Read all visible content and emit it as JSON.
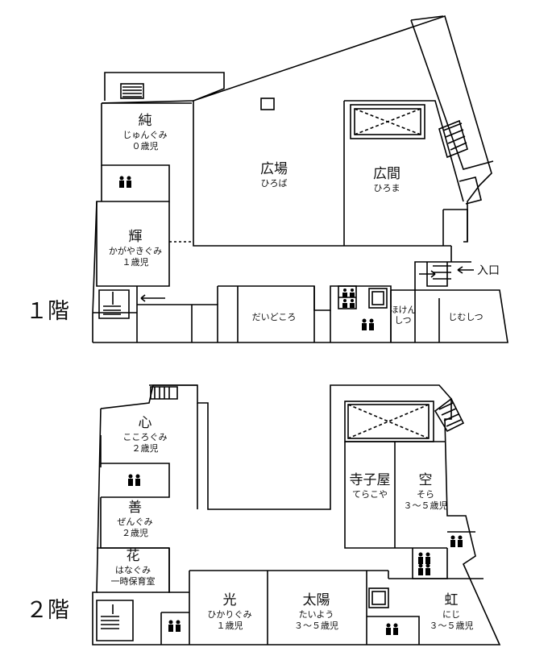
{
  "floor1": {
    "label": "１階",
    "rooms": {
      "jun": {
        "name": "純",
        "sub": "じゅんぐみ",
        "age": "０歳児"
      },
      "kagayaki": {
        "name": "輝",
        "sub": "かがやきぐみ",
        "age": "１歳児"
      },
      "hiroba": {
        "name": "広場",
        "sub": "ひろば"
      },
      "hiroma": {
        "name": "広間",
        "sub": "ひろま"
      },
      "daidokoro": "だいどころ",
      "hoken1": "ほけん",
      "hoken2": "しつ",
      "jimushitsu": "じむしつ"
    },
    "entrance": "入口"
  },
  "floor2": {
    "label": "２階",
    "rooms": {
      "kokoro": {
        "name": "心",
        "sub": "こころぐみ",
        "age": "２歳児"
      },
      "zen": {
        "name": "善",
        "sub": "ぜんぐみ",
        "age": "２歳児"
      },
      "hana": {
        "name": "花",
        "sub": "はなぐみ",
        "age": "一時保育室"
      },
      "hikari": {
        "name": "光",
        "sub": "ひかりぐみ",
        "age": "１歳児"
      },
      "taiyo": {
        "name": "太陽",
        "sub": "たいよう",
        "age": "３〜５歳児"
      },
      "niji": {
        "name": "虹",
        "sub": "にじ",
        "age": "３〜５歳児"
      },
      "terakoya": {
        "name": "寺子屋",
        "sub": "てらこや"
      },
      "sora": {
        "name": "空",
        "sub": "そら",
        "age": "３〜５歳児"
      }
    }
  },
  "icons": [
    "restroom-icon",
    "stairs-icon",
    "elevator-icon",
    "arrow-icon"
  ]
}
